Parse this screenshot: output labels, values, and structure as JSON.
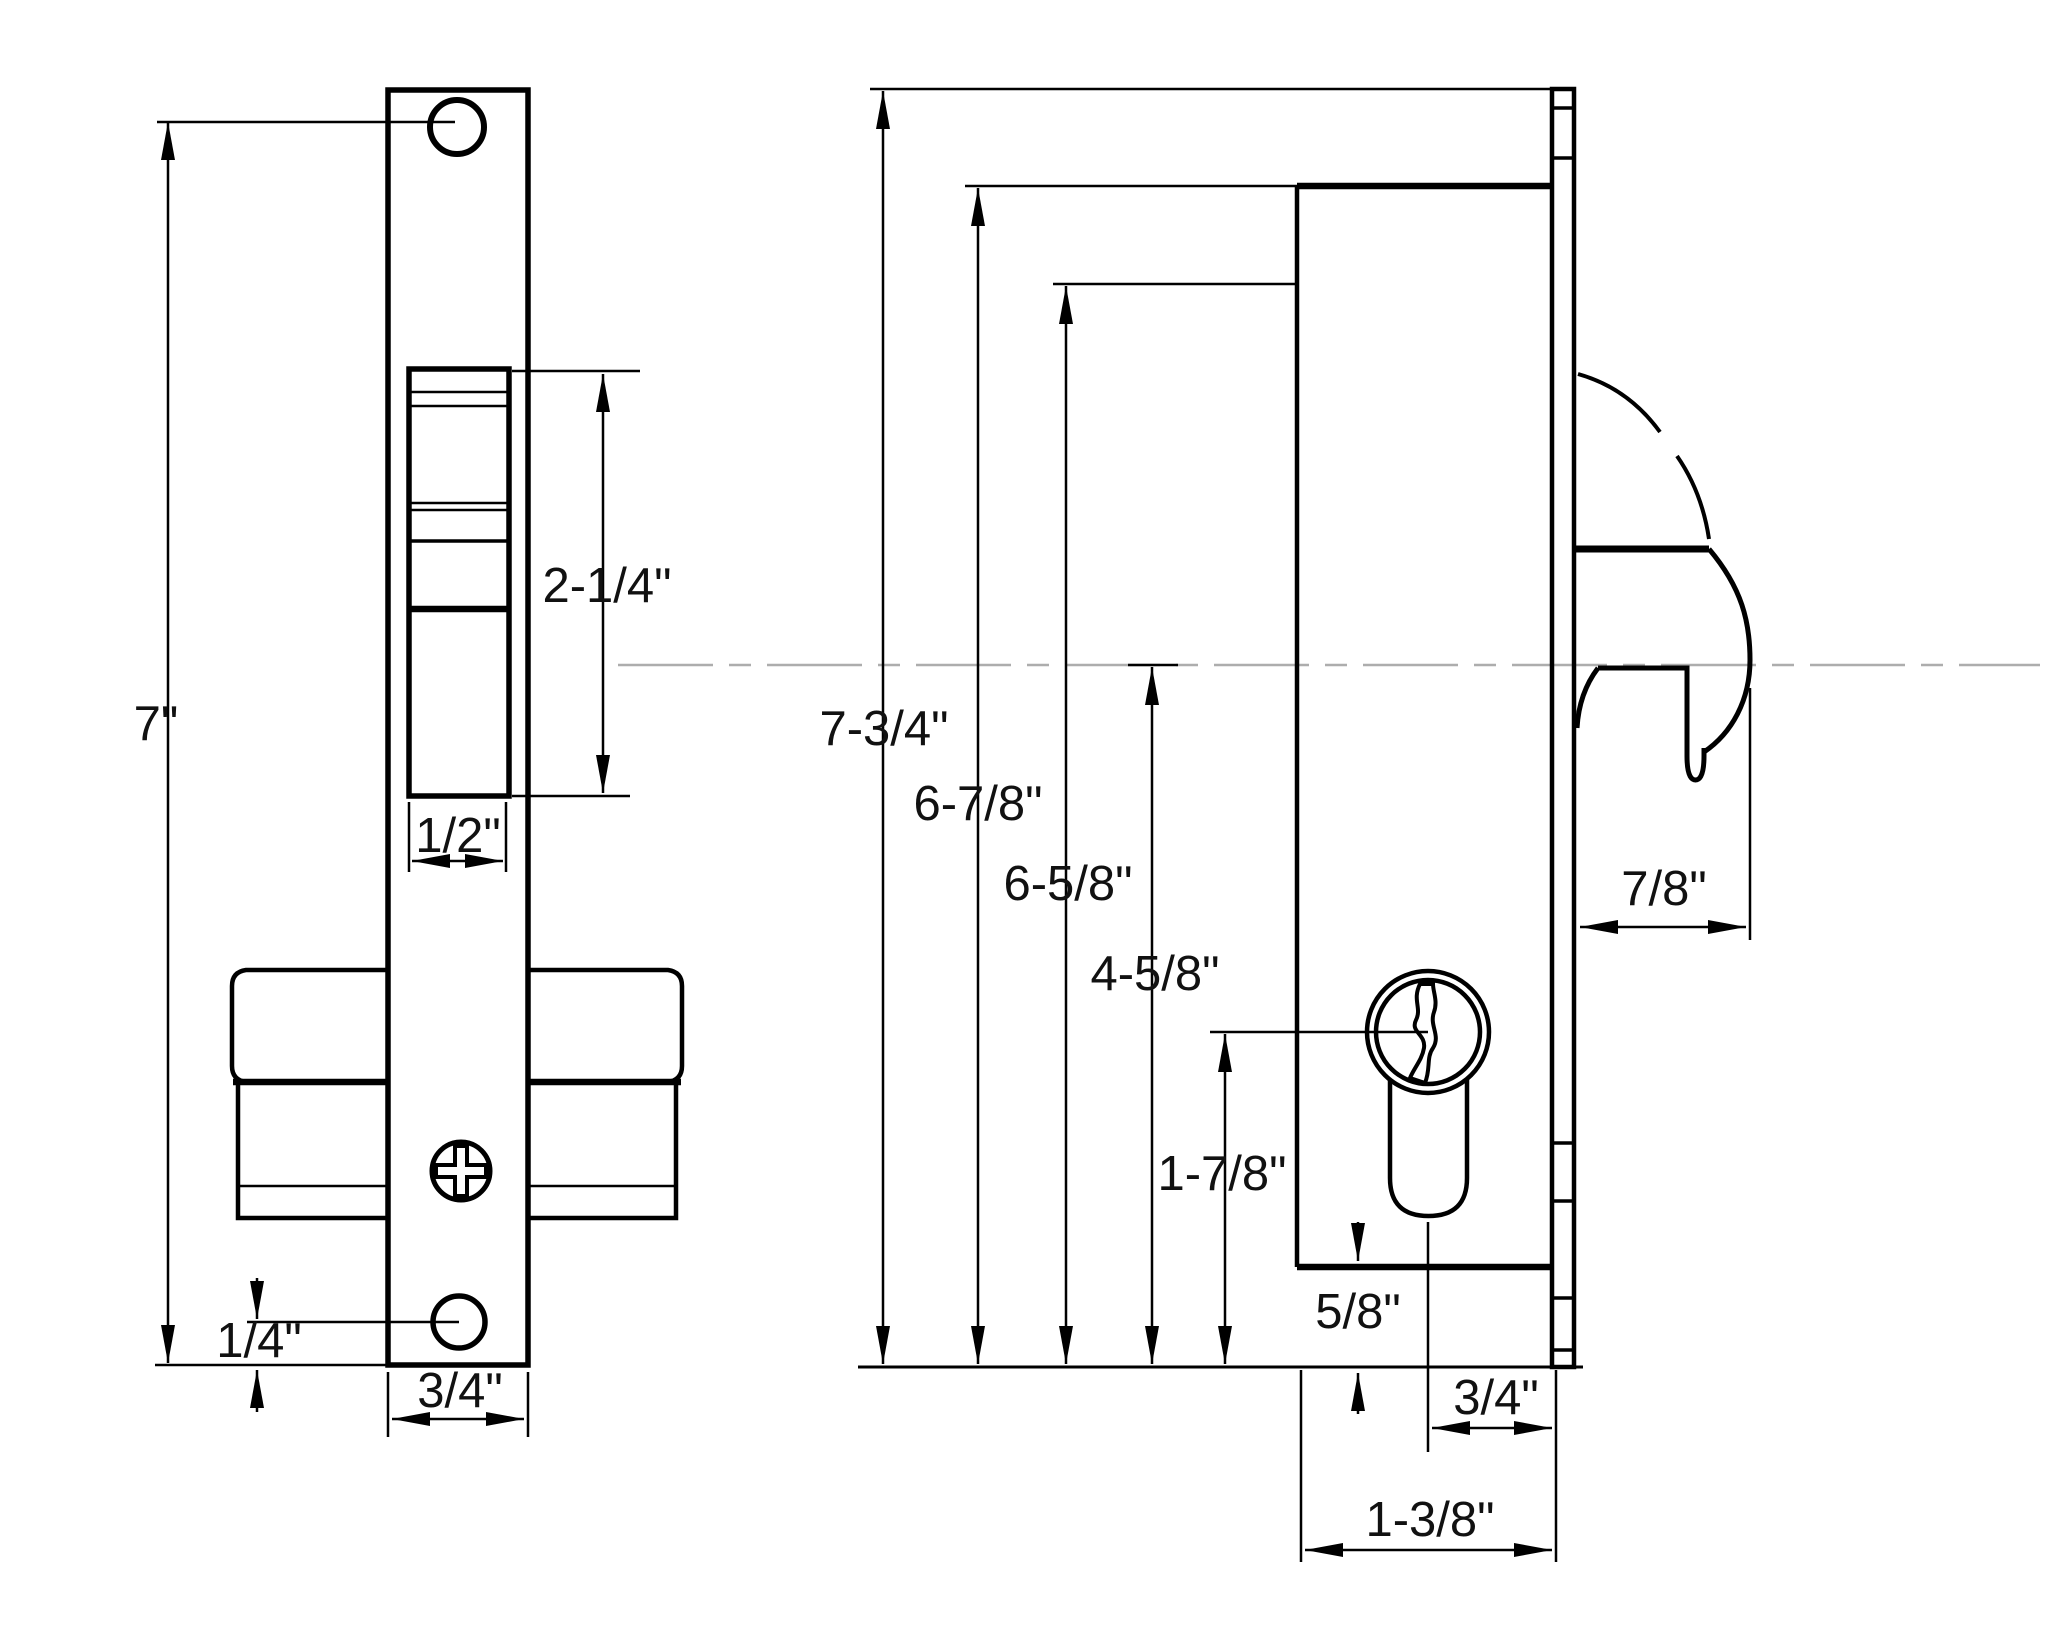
{
  "diagram": {
    "type": "technical-drawing",
    "subject": "mortise hook-bolt lock dimensions",
    "front_view": {
      "dims": {
        "total_height": "7\"",
        "bolt_height": "2-1/4\"",
        "bolt_width": "1/2\"",
        "bottom_hole_offset": "1/4\"",
        "faceplate_width": "3/4\""
      }
    },
    "side_view": {
      "dims": {
        "overall_height": "7-3/4\"",
        "case_height": "6-7/8\"",
        "case_inner_height": "6-5/8\"",
        "hook_centerline_height": "4-5/8\"",
        "cylinder_center_height": "1-7/8\"",
        "case_bottom_offset": "5/8\"",
        "cylinder_center_offset": "3/4\"",
        "case_depth": "1-3/8\"",
        "hook_projection": "7/8\""
      }
    },
    "colors": {
      "line": "#000000",
      "centerline": "#adadad",
      "background": "#ffffff"
    }
  }
}
